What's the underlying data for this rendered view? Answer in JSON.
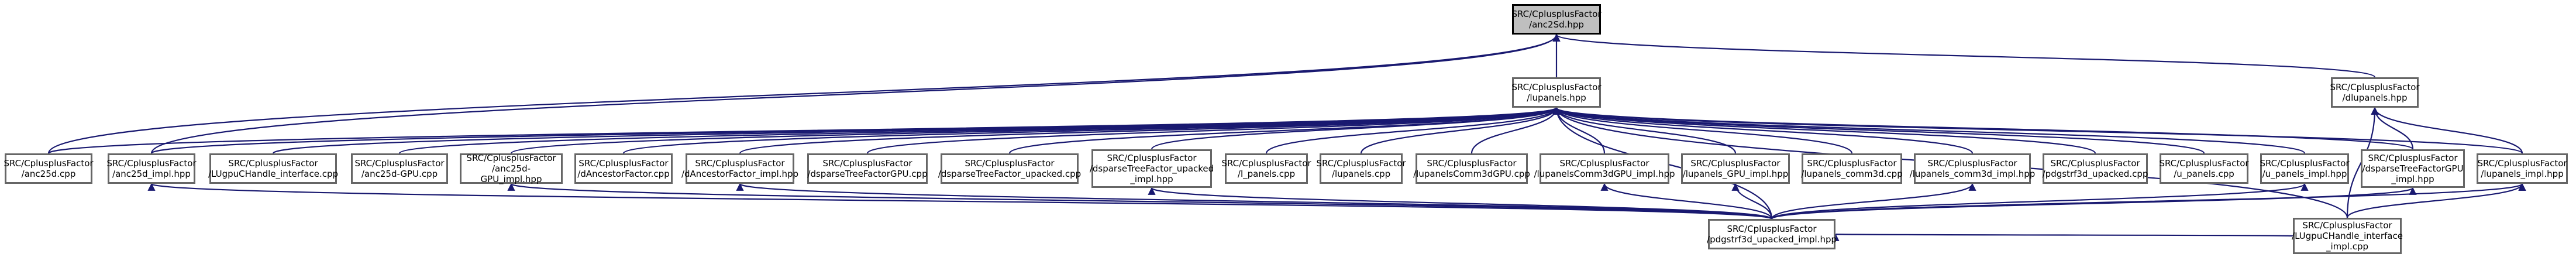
{
  "graph": {
    "edge_color": "#191970",
    "node_border": "#666666",
    "root_fill": "#bfbfbf",
    "nodes": [
      {
        "id": "n0",
        "label": "SRC/CplusplusFactor\n/anc2Sd.hpp"
      },
      {
        "id": "n1",
        "label": "SRC/CplusplusFactor\n/lupanels.hpp"
      },
      {
        "id": "n2",
        "label": "SRC/CplusplusFactor\n/dlupanels.hpp"
      },
      {
        "id": "n3",
        "label": "SRC/CplusplusFactor\n/anc25d.cpp"
      },
      {
        "id": "n4",
        "label": "SRC/CplusplusFactor\n/anc25d_impl.hpp"
      },
      {
        "id": "n5",
        "label": "SRC/CplusplusFactor\n/LUgpuCHandle_interface.cpp"
      },
      {
        "id": "n6",
        "label": "SRC/CplusplusFactor\n/anc25d-GPU.cpp"
      },
      {
        "id": "n7",
        "label": "SRC/CplusplusFactor\n/anc25d-GPU_impl.hpp"
      },
      {
        "id": "n8",
        "label": "SRC/CplusplusFactor\n/dAncestorFactor.cpp"
      },
      {
        "id": "n9",
        "label": "SRC/CplusplusFactor\n/dAncestorFactor_impl.hpp"
      },
      {
        "id": "n10",
        "label": "SRC/CplusplusFactor\n/dsparseTreeFactorGPU.cpp"
      },
      {
        "id": "n11",
        "label": "SRC/CplusplusFactor\n/dsparseTreeFactor_upacked.cpp"
      },
      {
        "id": "n12",
        "label": "SRC/CplusplusFactor\n/dsparseTreeFactor_upacked\n_impl.hpp"
      },
      {
        "id": "n13",
        "label": "SRC/CplusplusFactor\n/l_panels.cpp"
      },
      {
        "id": "n14",
        "label": "SRC/CplusplusFactor\n/lupanels.cpp"
      },
      {
        "id": "n15",
        "label": "SRC/CplusplusFactor\n/lupanelsComm3dGPU.cpp"
      },
      {
        "id": "n16",
        "label": "SRC/CplusplusFactor\n/lupanelsComm3dGPU_impl.hpp"
      },
      {
        "id": "n17",
        "label": "SRC/CplusplusFactor\n/lupanels_GPU_impl.hpp"
      },
      {
        "id": "n18",
        "label": "SRC/CplusplusFactor\n/lupanels_comm3d.cpp"
      },
      {
        "id": "n19",
        "label": "SRC/CplusplusFactor\n/lupanels_comm3d_impl.hpp"
      },
      {
        "id": "n20",
        "label": "SRC/CplusplusFactor\n/pdgstrf3d_upacked.cpp"
      },
      {
        "id": "n21",
        "label": "SRC/CplusplusFactor\n/u_panels.cpp"
      },
      {
        "id": "n22",
        "label": "SRC/CplusplusFactor\n/u_panels_impl.hpp"
      },
      {
        "id": "n23",
        "label": "SRC/CplusplusFactor\n/dsparseTreeFactorGPU\n_impl.hpp"
      },
      {
        "id": "n24",
        "label": "SRC/CplusplusFactor\n/lupanels_impl.hpp"
      },
      {
        "id": "n25",
        "label": "SRC/CplusplusFactor\n/pdgstrf3d_upacked_impl.hpp"
      },
      {
        "id": "n26",
        "label": "SRC/CplusplusFactor\n/LUgpuCHandle_interface\n_impl.cpp"
      }
    ],
    "edges": [
      [
        "n0",
        "n1"
      ],
      [
        "n0",
        "n2"
      ],
      [
        "n0",
        "n3"
      ],
      [
        "n0",
        "n4"
      ],
      [
        "n1",
        "n3"
      ],
      [
        "n1",
        "n4"
      ],
      [
        "n1",
        "n5"
      ],
      [
        "n1",
        "n6"
      ],
      [
        "n1",
        "n7"
      ],
      [
        "n1",
        "n8"
      ],
      [
        "n1",
        "n9"
      ],
      [
        "n1",
        "n10"
      ],
      [
        "n1",
        "n11"
      ],
      [
        "n1",
        "n12"
      ],
      [
        "n1",
        "n13"
      ],
      [
        "n1",
        "n14"
      ],
      [
        "n1",
        "n15"
      ],
      [
        "n1",
        "n16"
      ],
      [
        "n1",
        "n17"
      ],
      [
        "n1",
        "n18"
      ],
      [
        "n1",
        "n19"
      ],
      [
        "n1",
        "n20"
      ],
      [
        "n1",
        "n21"
      ],
      [
        "n1",
        "n22"
      ],
      [
        "n1",
        "n23"
      ],
      [
        "n1",
        "n24"
      ],
      [
        "n1",
        "n25"
      ],
      [
        "n1",
        "n26"
      ],
      [
        "n2",
        "n23"
      ],
      [
        "n2",
        "n24"
      ],
      [
        "n2",
        "n26"
      ],
      [
        "n4",
        "n25"
      ],
      [
        "n7",
        "n25"
      ],
      [
        "n9",
        "n25"
      ],
      [
        "n12",
        "n25"
      ],
      [
        "n16",
        "n25"
      ],
      [
        "n17",
        "n25"
      ],
      [
        "n19",
        "n25"
      ],
      [
        "n22",
        "n25"
      ],
      [
        "n23",
        "n25"
      ],
      [
        "n24",
        "n25"
      ],
      [
        "n24",
        "n26"
      ],
      [
        "n25",
        "n26"
      ]
    ]
  }
}
